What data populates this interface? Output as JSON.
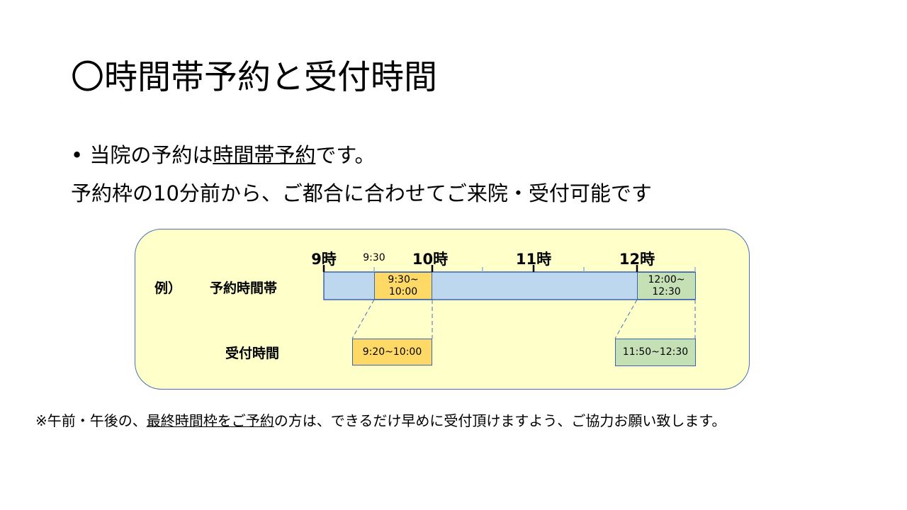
{
  "title": "〇時間帯予約と受付時間",
  "bullet1": {
    "prefix": "• 当院の予約は",
    "underlined": "時間帯予約",
    "suffix": "です。"
  },
  "bullet2": "予約枠の10分前から、ご都合に合わせてご来院・受付可能です",
  "diagram": {
    "example_label": "例）",
    "row1_label": "予約時間帯",
    "row2_label": "受付時間",
    "hours": [
      "9時",
      "9:30",
      "10時",
      "11時",
      "12時"
    ],
    "slot1": [
      "9:30~",
      "10:00"
    ],
    "slot2": [
      "12:00~",
      "12:30"
    ],
    "reception1": "9:20~10:00",
    "reception2": "11:50~12:30",
    "colors": {
      "bar": "#bdd7ee",
      "slot1": "#ffd966",
      "slot2": "#c5e0b4",
      "panel": "#ffffc9"
    }
  },
  "footnote": {
    "prefix": "※午前・午後の、",
    "underlined": "最終時間枠をご予約",
    "suffix": "の方は、できるだけ早めに受付頂けますよう、ご協力お願い致します。"
  }
}
